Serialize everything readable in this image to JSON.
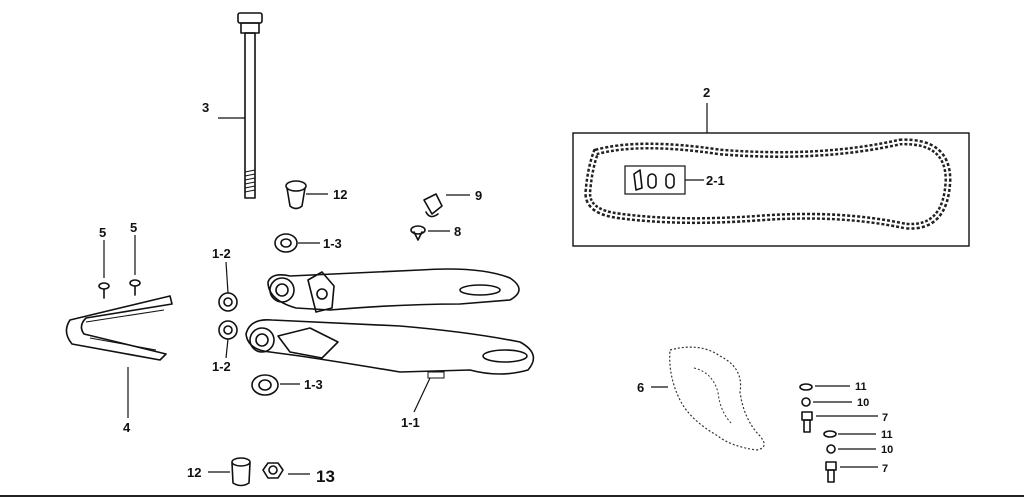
{
  "diagram": {
    "labels": {
      "bolt": "3",
      "chain": "2",
      "chain_link": "2-1",
      "bushing_top": "12",
      "bushing_bottom": "12",
      "clip": "9",
      "screw": "8",
      "bearing_top": "1-3",
      "bearing_bottom": "1-3",
      "spacer_top": "1-2",
      "spacer_bottom": "1-2",
      "slider_screw_left": "5",
      "slider_screw_right": "5",
      "chain_slider": "4",
      "swingarm": "1-1",
      "nut": "13",
      "sprocket_guard": "6",
      "washer_a_top": "11",
      "washer_b_top": "10",
      "bolt_small_top": "7",
      "washer_a_bottom": "11",
      "washer_b_bottom": "10",
      "bolt_small_bottom": "7"
    }
  }
}
